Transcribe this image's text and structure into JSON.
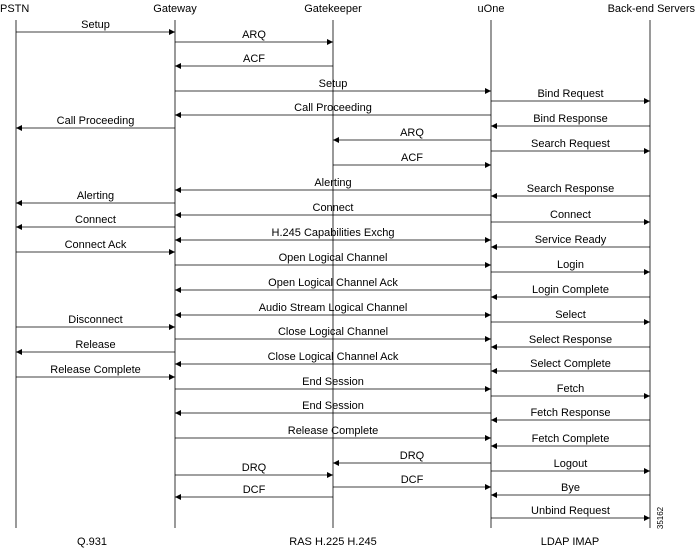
{
  "participants": [
    {
      "id": "pstn",
      "name": "PSTN",
      "footer": "Q.931"
    },
    {
      "id": "gateway",
      "name": "Gateway",
      "footer": ""
    },
    {
      "id": "gatekeeper",
      "name": "Gatekeeper",
      "footer": "RAS H.225 H.245"
    },
    {
      "id": "uone",
      "name": "uOne",
      "footer": "LDAP IMAP"
    },
    {
      "id": "backend",
      "name": "Back-end Servers",
      "footer": ""
    }
  ],
  "messages": [
    {
      "label": "Setup",
      "from": "pstn",
      "to": "gateway"
    },
    {
      "label": "ARQ",
      "from": "gateway",
      "to": "gatekeeper"
    },
    {
      "label": "ACF",
      "from": "gatekeeper",
      "to": "gateway"
    },
    {
      "label": "Setup",
      "from": "gateway",
      "to": "uone"
    },
    {
      "label": "Bind Request",
      "from": "uone",
      "to": "backend"
    },
    {
      "label": "Call Proceeding",
      "from": "uone",
      "to": "gateway"
    },
    {
      "label": "Bind Response",
      "from": "backend",
      "to": "uone"
    },
    {
      "label": "Call Proceeding",
      "from": "gateway",
      "to": "pstn"
    },
    {
      "label": "ARQ",
      "from": "uone",
      "to": "gatekeeper"
    },
    {
      "label": "Search Request",
      "from": "uone",
      "to": "backend"
    },
    {
      "label": "ACF",
      "from": "gatekeeper",
      "to": "uone"
    },
    {
      "label": "Alerting",
      "from": "uone",
      "to": "gateway"
    },
    {
      "label": "Search Response",
      "from": "backend",
      "to": "uone"
    },
    {
      "label": "Alerting",
      "from": "gateway",
      "to": "pstn"
    },
    {
      "label": "Connect",
      "from": "uone",
      "to": "gateway"
    },
    {
      "label": "Connect",
      "from": "uone",
      "to": "backend"
    },
    {
      "label": "Connect",
      "from": "gateway",
      "to": "pstn"
    },
    {
      "label": "H.245 Capabilities Exchg",
      "from": "gateway",
      "to": "uone",
      "bidirectional": true
    },
    {
      "label": "Connect Ack",
      "from": "pstn",
      "to": "gateway"
    },
    {
      "label": "Service Ready",
      "from": "backend",
      "to": "uone"
    },
    {
      "label": "Open Logical Channel",
      "from": "gateway",
      "to": "uone"
    },
    {
      "label": "Login",
      "from": "uone",
      "to": "backend"
    },
    {
      "label": "Open Logical Channel Ack",
      "from": "uone",
      "to": "gateway"
    },
    {
      "label": "Login Complete",
      "from": "backend",
      "to": "uone"
    },
    {
      "label": "Audio Stream Logical Channel",
      "from": "gateway",
      "to": "uone",
      "bidirectional": true
    },
    {
      "label": "Select",
      "from": "uone",
      "to": "backend"
    },
    {
      "label": "Disconnect",
      "from": "pstn",
      "to": "gateway"
    },
    {
      "label": "Close Logical Channel",
      "from": "gateway",
      "to": "uone"
    },
    {
      "label": "Select Response",
      "from": "backend",
      "to": "uone"
    },
    {
      "label": "Release",
      "from": "gateway",
      "to": "pstn"
    },
    {
      "label": "Close Logical Channel Ack",
      "from": "uone",
      "to": "gateway"
    },
    {
      "label": "Select Complete",
      "from": "backend",
      "to": "uone"
    },
    {
      "label": "Release Complete",
      "from": "pstn",
      "to": "gateway"
    },
    {
      "label": "End Session",
      "from": "gateway",
      "to": "uone"
    },
    {
      "label": "Fetch",
      "from": "uone",
      "to": "backend"
    },
    {
      "label": "End Session",
      "from": "uone",
      "to": "gateway"
    },
    {
      "label": "Fetch Response",
      "from": "backend",
      "to": "uone"
    },
    {
      "label": "Release Complete",
      "from": "gateway",
      "to": "uone"
    },
    {
      "label": "Fetch Complete",
      "from": "backend",
      "to": "uone"
    },
    {
      "label": "DRQ",
      "from": "uone",
      "to": "gatekeeper"
    },
    {
      "label": "Logout",
      "from": "uone",
      "to": "backend"
    },
    {
      "label": "DRQ",
      "from": "gateway",
      "to": "gatekeeper"
    },
    {
      "label": "DCF",
      "from": "gatekeeper",
      "to": "uone"
    },
    {
      "label": "Bye",
      "from": "backend",
      "to": "uone"
    },
    {
      "label": "DCF",
      "from": "gatekeeper",
      "to": "gateway"
    },
    {
      "label": "Unbind Request",
      "from": "uone",
      "to": "backend"
    }
  ],
  "figure_id": "35162"
}
